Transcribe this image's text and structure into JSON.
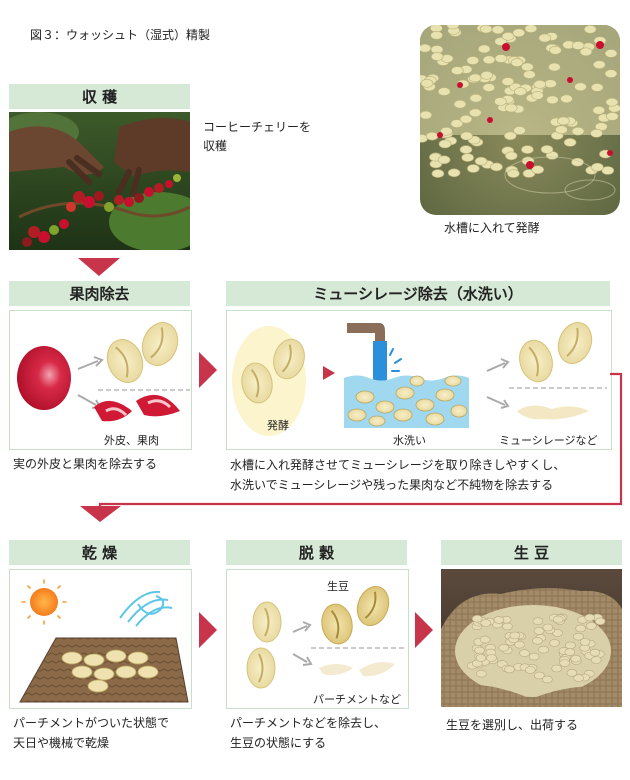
{
  "figure_title": "図３：ウォッシュト（湿式）精製",
  "harvest": {
    "header": "収 穫",
    "caption_line1": "コーヒーチェリーを",
    "caption_line2": "収穫"
  },
  "fermentation_tank": {
    "caption": "水槽に入れて発酵"
  },
  "pulping": {
    "header": "果肉除去",
    "label_skin": "外皮、果肉",
    "caption": "実の外皮と果肉を除去する"
  },
  "mucilage": {
    "header": "ミューシレージ除去（水洗い）",
    "label_ferment": "発酵",
    "label_wash": "水洗い",
    "label_mucilage": "ミューシレージなど",
    "caption_line1": "水槽に入れ発酵させてミューシレージを取り除きしやすくし、",
    "caption_line2": "水洗いでミューシレージや残った果肉など不純物を除去する"
  },
  "drying": {
    "header": "乾 燥",
    "caption_line1": "パーチメントがついた状態で",
    "caption_line2": "天日や機械で乾燥"
  },
  "hulling": {
    "header": "脱 穀",
    "label_green": "生豆",
    "label_parchment": "パーチメントなど",
    "caption_line1": "パーチメントなどを除去し、",
    "caption_line2": "生豆の状態にする"
  },
  "green_bean": {
    "header": "生 豆",
    "caption": "生豆を選別し、出荷する"
  },
  "colors": {
    "header_bg": "#d6e9d6",
    "arrow": "#c8344a",
    "bean": "#efe2b0",
    "cherry": "#c8102e"
  }
}
